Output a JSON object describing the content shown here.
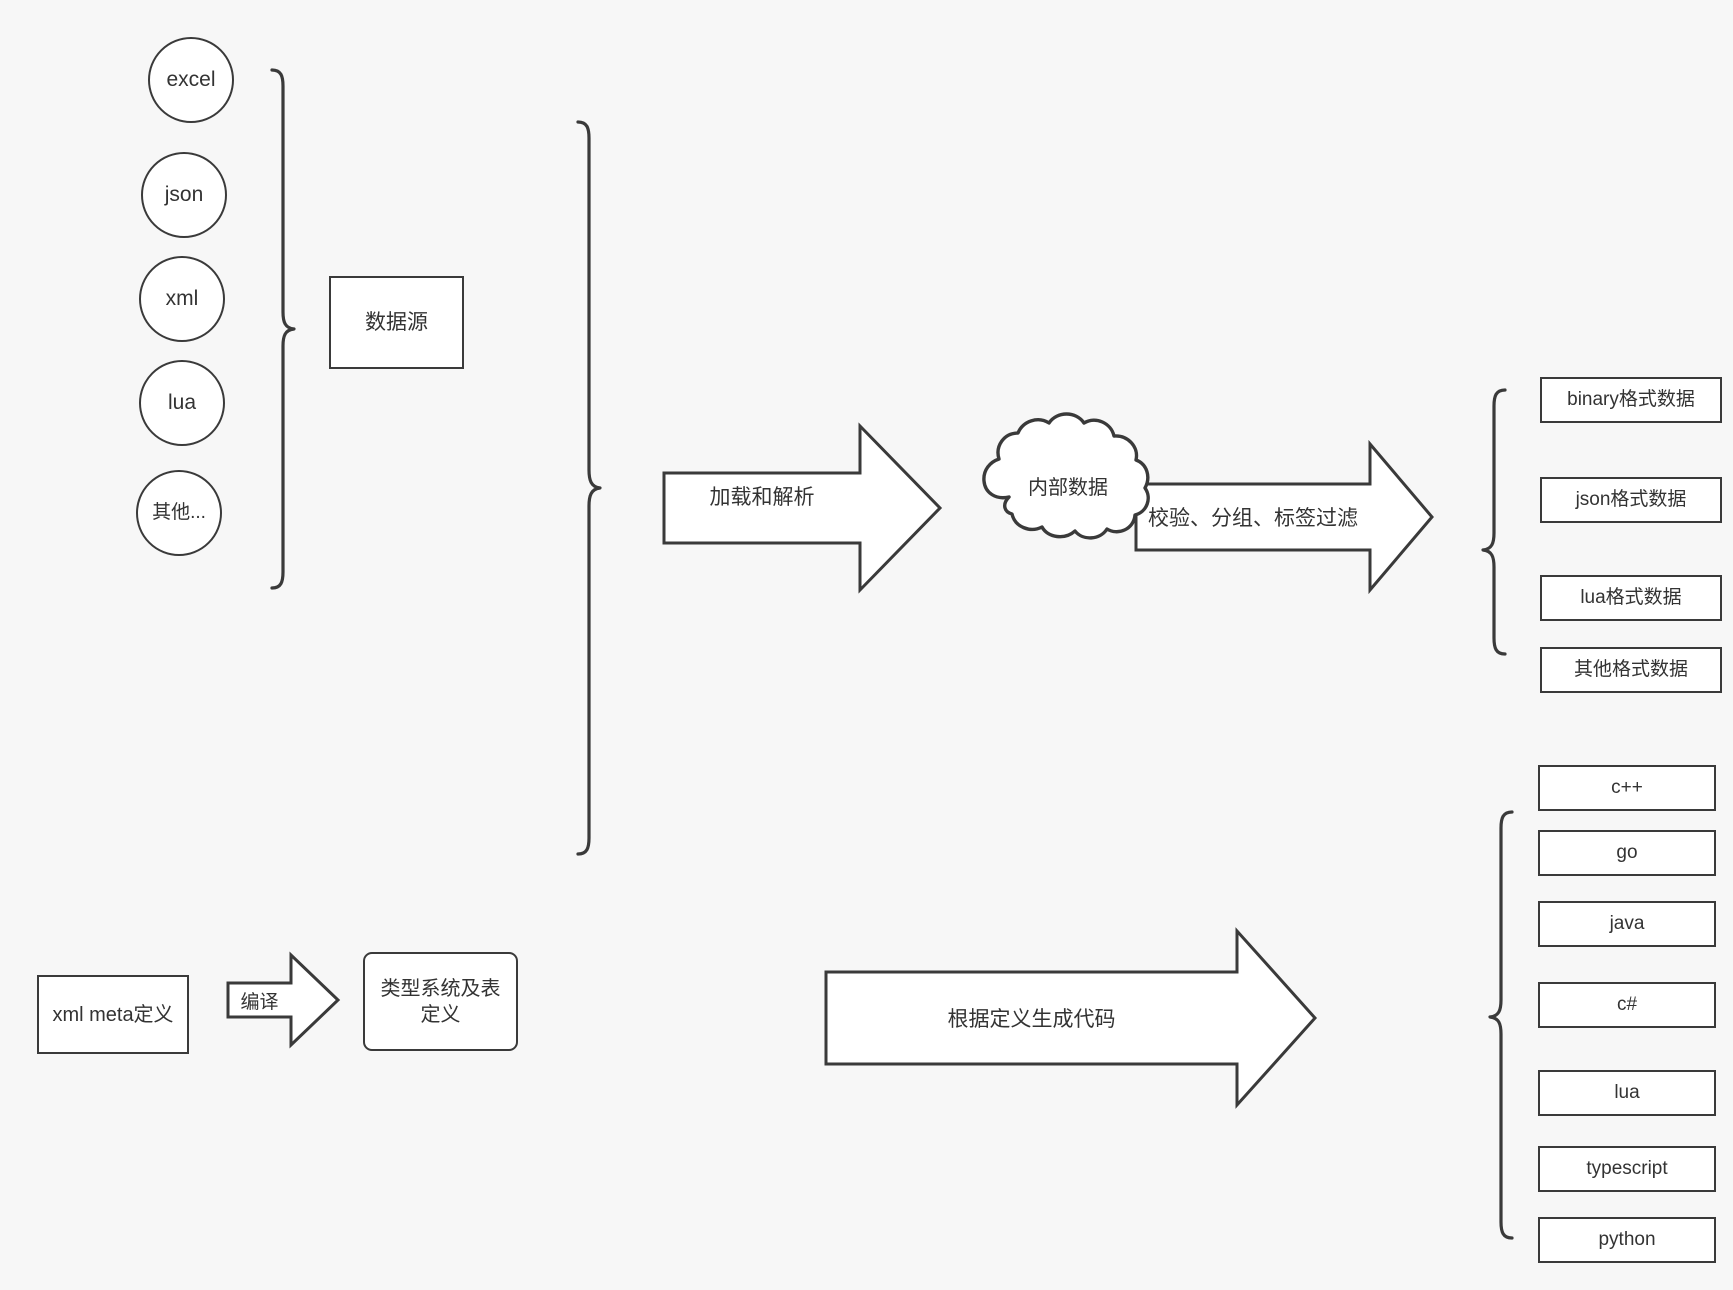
{
  "diagram": {
    "title": "data pipeline diagram",
    "colors": {
      "background": "#f7f7f7",
      "stroke": "#3a3a3a",
      "fill": "#ffffff",
      "text": "#333333"
    },
    "sources": {
      "brace_name": "data-source-brace",
      "items": [
        {
          "label": "excel"
        },
        {
          "label": "json"
        },
        {
          "label": "xml"
        },
        {
          "label": "lua"
        },
        {
          "label": "其他..."
        }
      ],
      "group_box": "数据源"
    },
    "meta": {
      "input_box": "xml meta定义",
      "compile_arrow": "编译",
      "type_box": "类型系统及表定义"
    },
    "pipeline": {
      "load_arrow": "加载和解析",
      "cloud": "内部数据",
      "filter_arrow": "校验、分组、标签过滤",
      "codegen_arrow": "根据定义生成代码"
    },
    "outputs": {
      "formats": [
        {
          "label": "binary格式数据"
        },
        {
          "label": "json格式数据"
        },
        {
          "label": "lua格式数据"
        },
        {
          "label": "其他格式数据"
        }
      ],
      "languages": [
        {
          "label": "c++"
        },
        {
          "label": "go"
        },
        {
          "label": "java"
        },
        {
          "label": "c#"
        },
        {
          "label": "lua"
        },
        {
          "label": "typescript"
        },
        {
          "label": "python"
        }
      ]
    }
  }
}
